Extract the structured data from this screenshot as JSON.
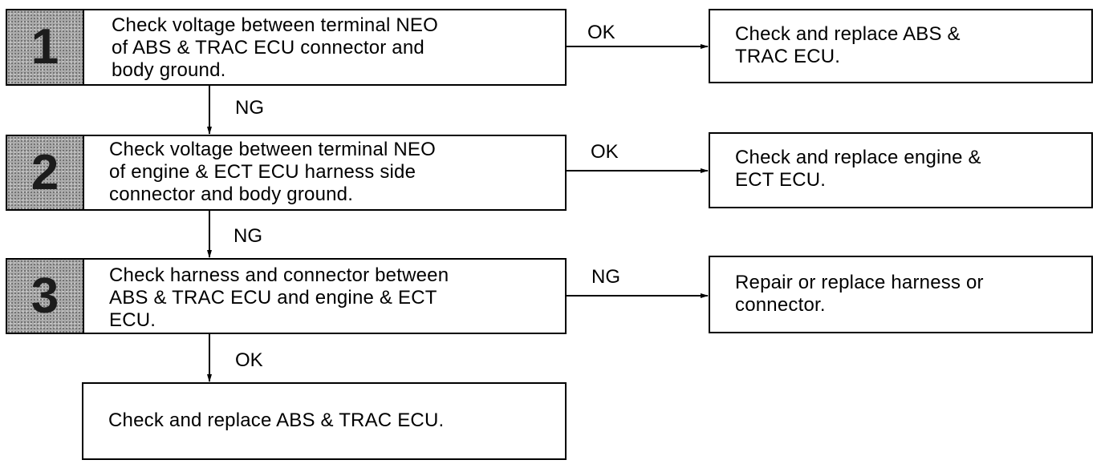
{
  "steps": [
    {
      "number": "1",
      "text": "Check voltage between terminal NEO\nof ABS & TRAC ECU connector and\nbody ground.",
      "branch_label": "OK",
      "result": "Check and replace ABS &\nTRAC ECU.",
      "next_label": "NG"
    },
    {
      "number": "2",
      "text": "Check voltage between terminal NEO\nof engine & ECT ECU harness side\nconnector and body ground.",
      "branch_label": "OK",
      "result": "Check and replace engine &\nECT ECU.",
      "next_label": "NG"
    },
    {
      "number": "3",
      "text": "Check harness and connector between\nABS & TRAC ECU and engine & ECT\nECU.",
      "branch_label": "NG",
      "result": "Repair or replace harness or\nconnector.",
      "next_label": "OK"
    }
  ],
  "final_result": "Check and replace ABS & TRAC ECU."
}
